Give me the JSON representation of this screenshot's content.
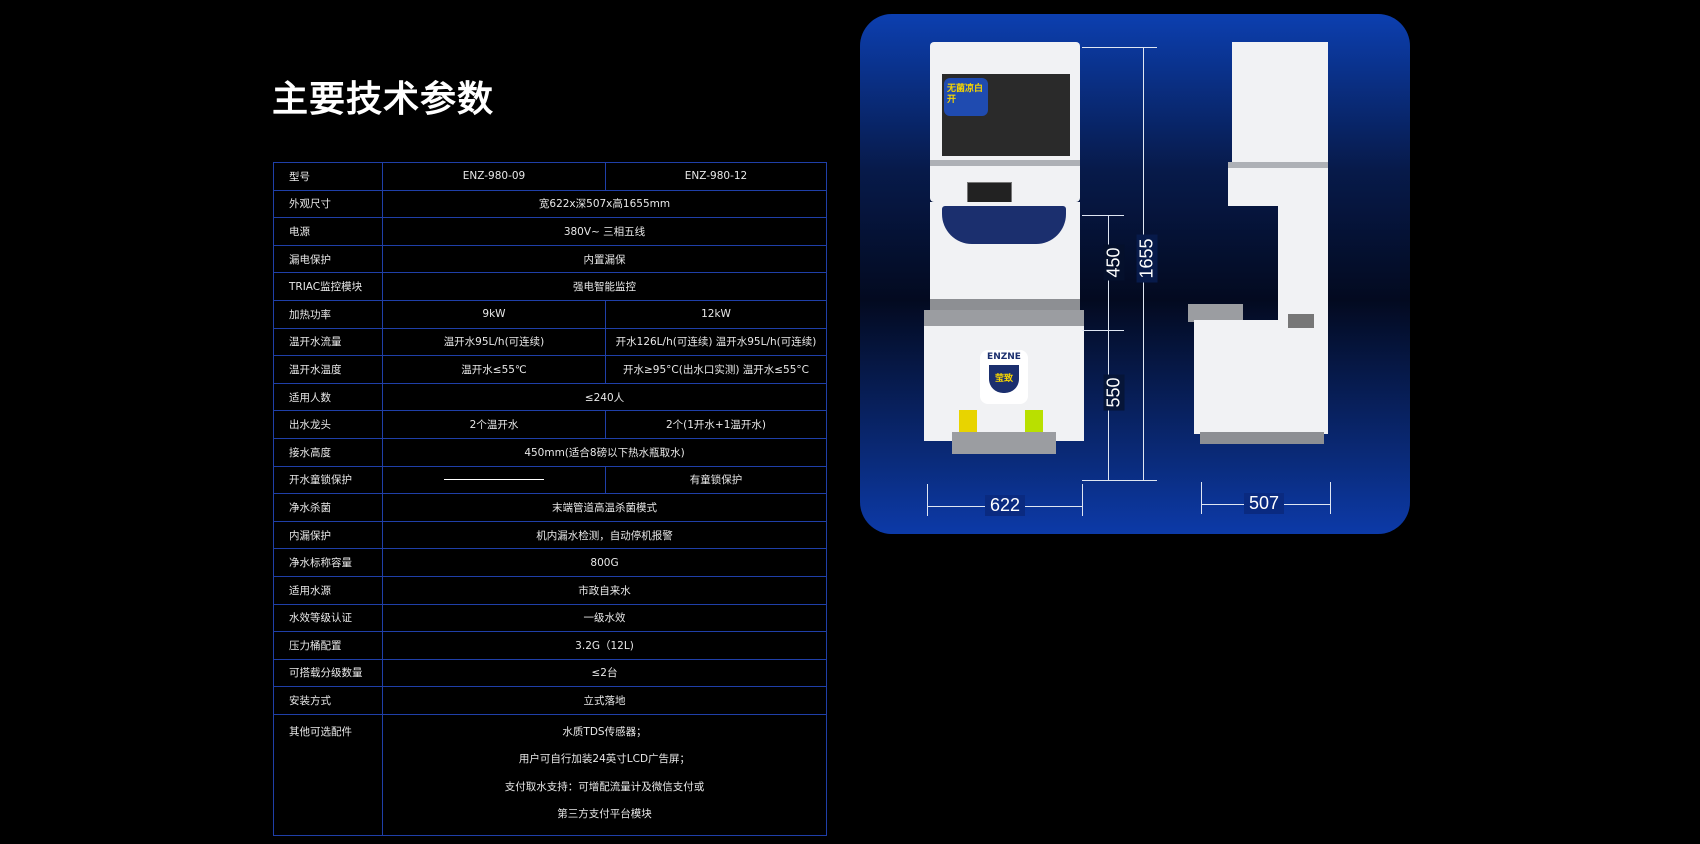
{
  "title": "主要技术参数",
  "specs": {
    "rows": [
      {
        "label": "型号",
        "a": "ENZ-980-09",
        "b": "ENZ-980-12"
      },
      {
        "label": "外观尺寸",
        "v": "宽622x深507x高1655mm"
      },
      {
        "label": "电源",
        "v": "380V~ 三相五线"
      },
      {
        "label": "漏电保护",
        "v": "内置漏保"
      },
      {
        "label": "TRIAC监控模块",
        "v": "强电智能监控"
      },
      {
        "label": "加热功率",
        "a": "9kW",
        "b": "12kW"
      },
      {
        "label": "温开水流量",
        "a": "温开水95L/h(可连续)",
        "b": "开水126L/h(可连续)  温开水95L/h(可连续)"
      },
      {
        "label": "温开水温度",
        "a": "温开水≤55℃",
        "b": "开水≥95°C(出水口实测)   温开水≤55°C"
      },
      {
        "label": "适用人数",
        "v": "≤240人"
      },
      {
        "label": "出水龙头",
        "a": "2个温开水",
        "b": "2个(1开水+1温开水)"
      },
      {
        "label": "接水高度",
        "v": "450mm(适合8磅以下热水瓶取水)"
      },
      {
        "label": "开水童锁保护",
        "a": "",
        "b": "有童锁保护"
      },
      {
        "label": "净水杀菌",
        "v": "末端管道高温杀菌模式"
      },
      {
        "label": "内漏保护",
        "v": "机内漏水检测，自动停机报警"
      },
      {
        "label": "净水标称容量",
        "v": "800G"
      },
      {
        "label": "适用水源",
        "v": "市政自来水"
      },
      {
        "label": "水效等级认证",
        "v": "一级水效"
      },
      {
        "label": "压力桶配置",
        "v": "3.2G（12L)"
      },
      {
        "label": "可搭载分级数量",
        "v": "≤2台"
      },
      {
        "label": "安装方式",
        "v": "立式落地"
      }
    ],
    "optional": {
      "label": "其他可选配件",
      "lines": [
        "水质TDS传感器；",
        "用户可自行加装24英寸LCD广告屏；",
        "支付取水支持：可增配流量计及微信支付或",
        "第三方支付平台模块"
      ]
    }
  },
  "product": {
    "dims": {
      "height": "1655",
      "upper": "450",
      "lower": "550",
      "width": "622",
      "depth": "507"
    },
    "badge_text": "无菌凉白开",
    "brand": "ENZNE",
    "shield_text": "莹致"
  }
}
